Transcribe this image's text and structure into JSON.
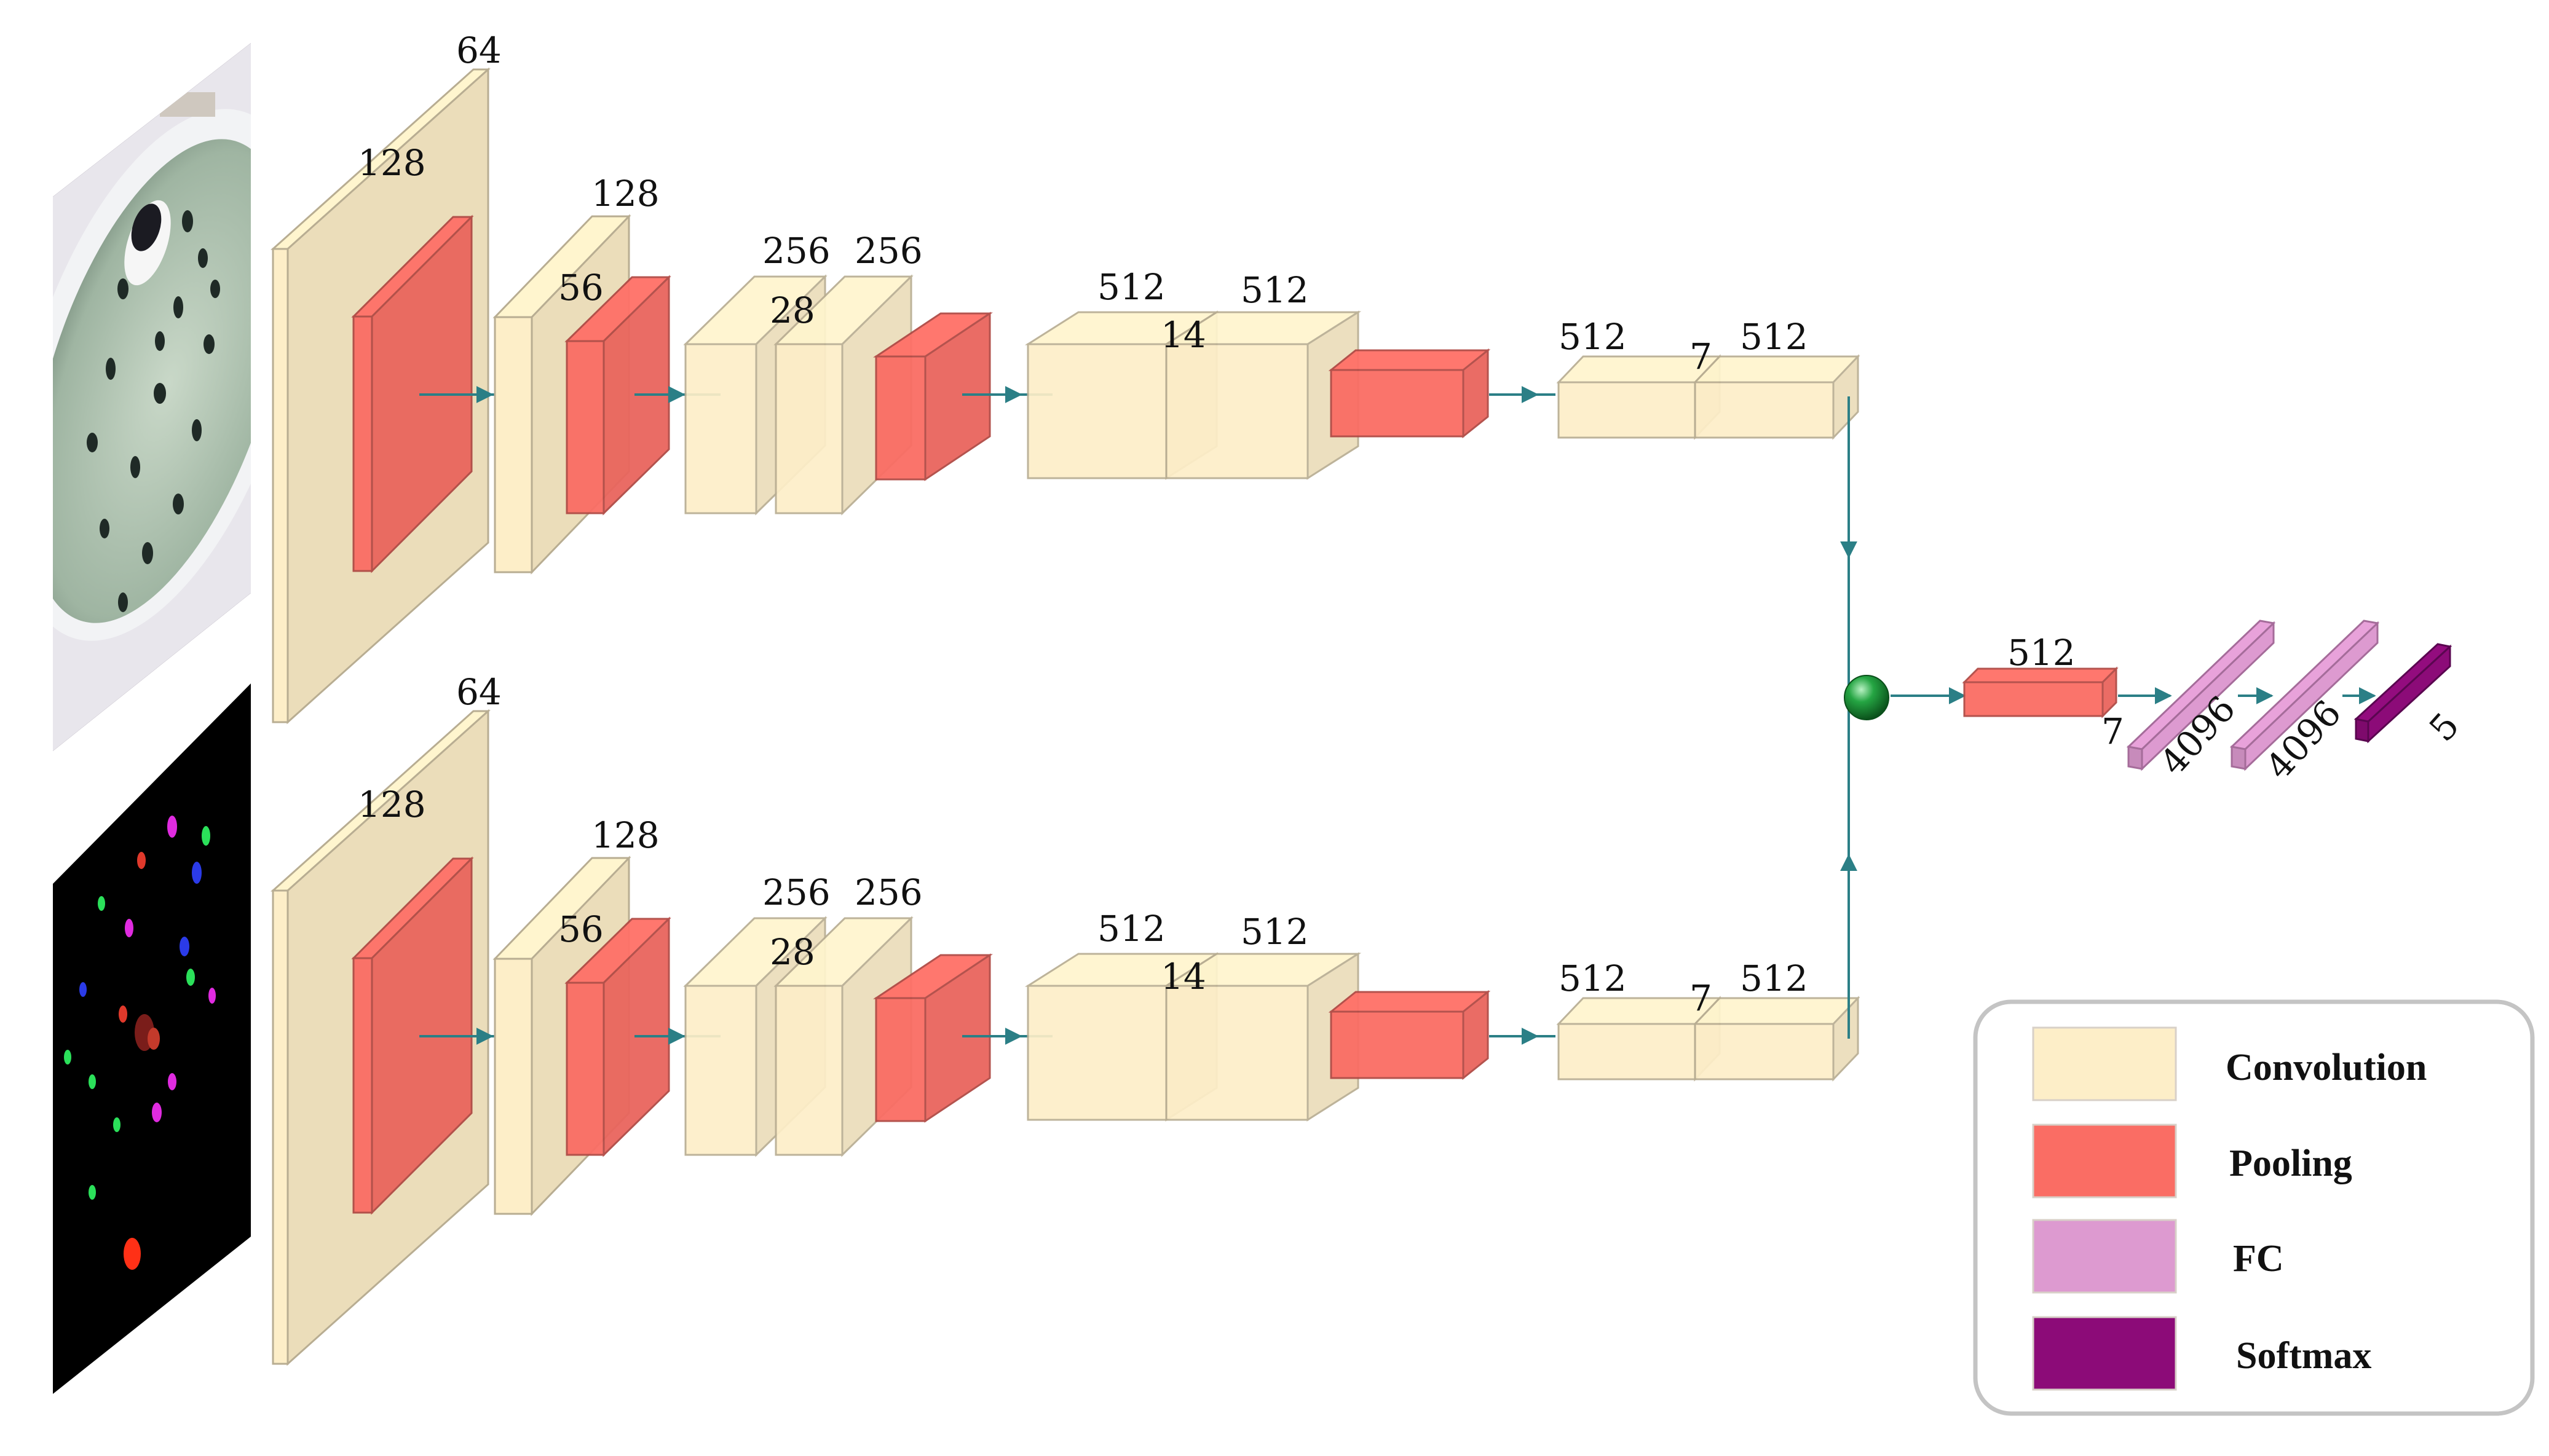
{
  "colors": {
    "convolution": "#fdeec8",
    "convolution_edge": "#b8ad92",
    "pooling": "#fa6d64",
    "pooling_edge": "#b04a45",
    "fc": "#dd9ad0",
    "softmax": "#8c0b78",
    "connector": "#2b7f86",
    "merge_node": "#1c9b3a"
  },
  "streams": [
    {
      "name": "rgb-stream",
      "input_icon": "fish-tank-photo",
      "labels": {
        "conv1_depth": "64",
        "conv1_size": "128",
        "conv2_depth": "128",
        "conv2_size": "56",
        "conv3_depth_a": "256",
        "conv3_depth_b": "256",
        "conv3_size": "28",
        "conv4_depth_a": "512",
        "conv4_depth_b": "512",
        "conv4_size": "14",
        "conv5_depth_a": "512",
        "conv5_depth_b": "512",
        "conv5_size": "7"
      }
    },
    {
      "name": "motion-stream",
      "input_icon": "optical-flow-image",
      "labels": {
        "conv1_depth": "64",
        "conv1_size": "128",
        "conv2_depth": "128",
        "conv2_size": "56",
        "conv3_depth_a": "256",
        "conv3_depth_b": "256",
        "conv3_size": "28",
        "conv4_depth_a": "512",
        "conv4_depth_b": "512",
        "conv4_size": "14",
        "conv5_depth_a": "512",
        "conv5_depth_b": "512",
        "conv5_size": "7"
      }
    }
  ],
  "head": {
    "pool_depth": "512",
    "pool_size": "7",
    "fc1": "4096",
    "fc2": "4096",
    "softmax": "5"
  },
  "legend": {
    "items": [
      {
        "label": "Convolution",
        "color_key": "convolution"
      },
      {
        "label": "Pooling",
        "color_key": "pooling"
      },
      {
        "label": "FC",
        "color_key": "fc"
      },
      {
        "label": "Softmax",
        "color_key": "softmax"
      }
    ]
  }
}
